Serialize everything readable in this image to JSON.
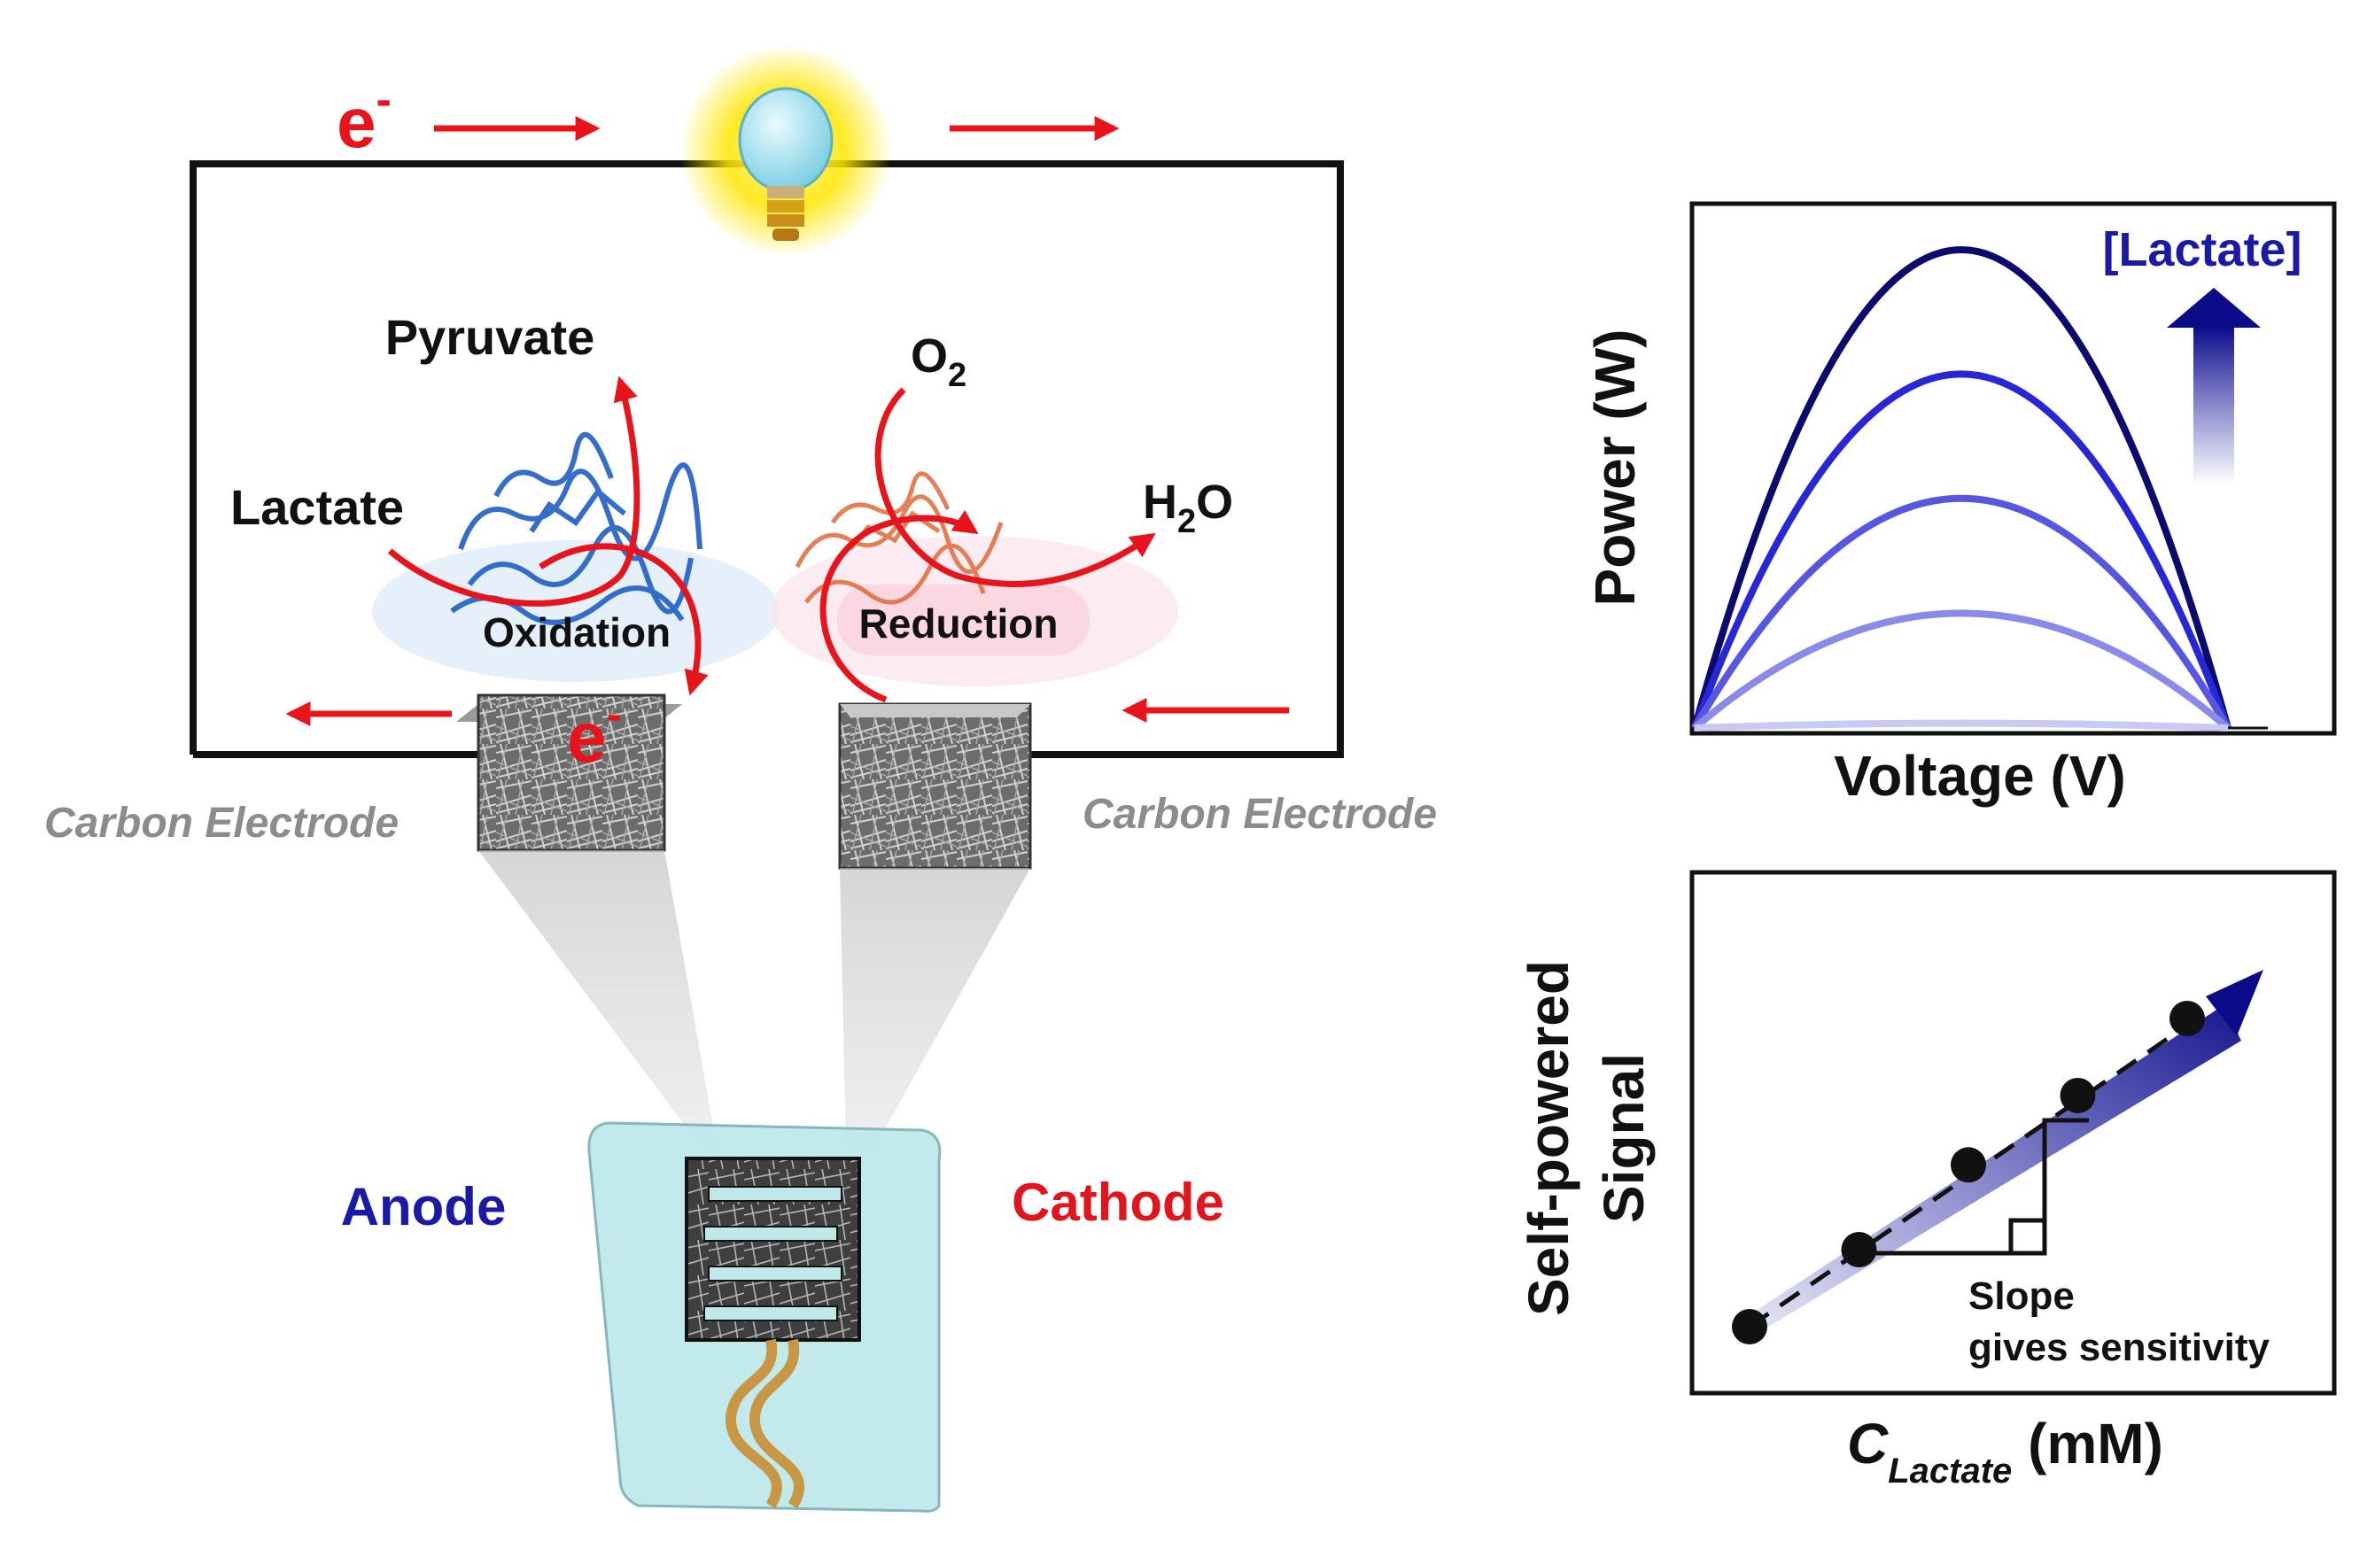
{
  "circuit": {
    "electron_top": "e",
    "electron_top_sup": "-",
    "electron_anode": "e",
    "electron_anode_sup": "-"
  },
  "anode_reaction": {
    "product": "Pyruvate",
    "substrate": "Lactate",
    "process": "Oxidation"
  },
  "cathode_reaction": {
    "substrate": "O",
    "substrate_sub": "2",
    "product_h": "H",
    "product_sub": "2",
    "product_o": "O",
    "process": "Reduction"
  },
  "electrodes": {
    "left_label": "Carbon Electrode",
    "right_label": "Carbon Electrode"
  },
  "device": {
    "anode_label": "Anode",
    "cathode_label": "Cathode"
  },
  "colors": {
    "arrow_red": "#e8141b",
    "anode_blue": "#1a1aa6",
    "cathode_red": "#e0161e",
    "curve_navy": "#0b0b6e",
    "gray_label": "#8c8c8c",
    "patch_cyan": "#bfe8ea"
  },
  "chart_power": {
    "ylabel": "Power (W)",
    "xlabel": "Voltage (V)",
    "legend": "[Lactate]"
  },
  "chart_signal": {
    "ylabel_line1": "Self-powered",
    "ylabel_line2": "Signal",
    "xlabel_main": "C",
    "xlabel_sub": "Lactate",
    "xlabel_unit": " (mM)",
    "note_line1": "Slope",
    "note_line2": "gives sensitivity"
  },
  "chart_data": [
    {
      "type": "line",
      "xlabel": "Voltage (V)",
      "ylabel": "Power (W)",
      "legend": "[Lactate]",
      "series": [
        {
          "peak": 1.0
        },
        {
          "peak": 0.74
        },
        {
          "peak": 0.48
        },
        {
          "peak": 0.24
        },
        {
          "peak": 0.01
        }
      ]
    },
    {
      "type": "scatter",
      "xlabel": "C Lactate (mM)",
      "ylabel": "Self-powered Signal",
      "x": [
        1,
        2,
        3,
        4,
        5
      ],
      "y": [
        1.0,
        2.0,
        3.1,
        4.0,
        5.0
      ]
    }
  ]
}
